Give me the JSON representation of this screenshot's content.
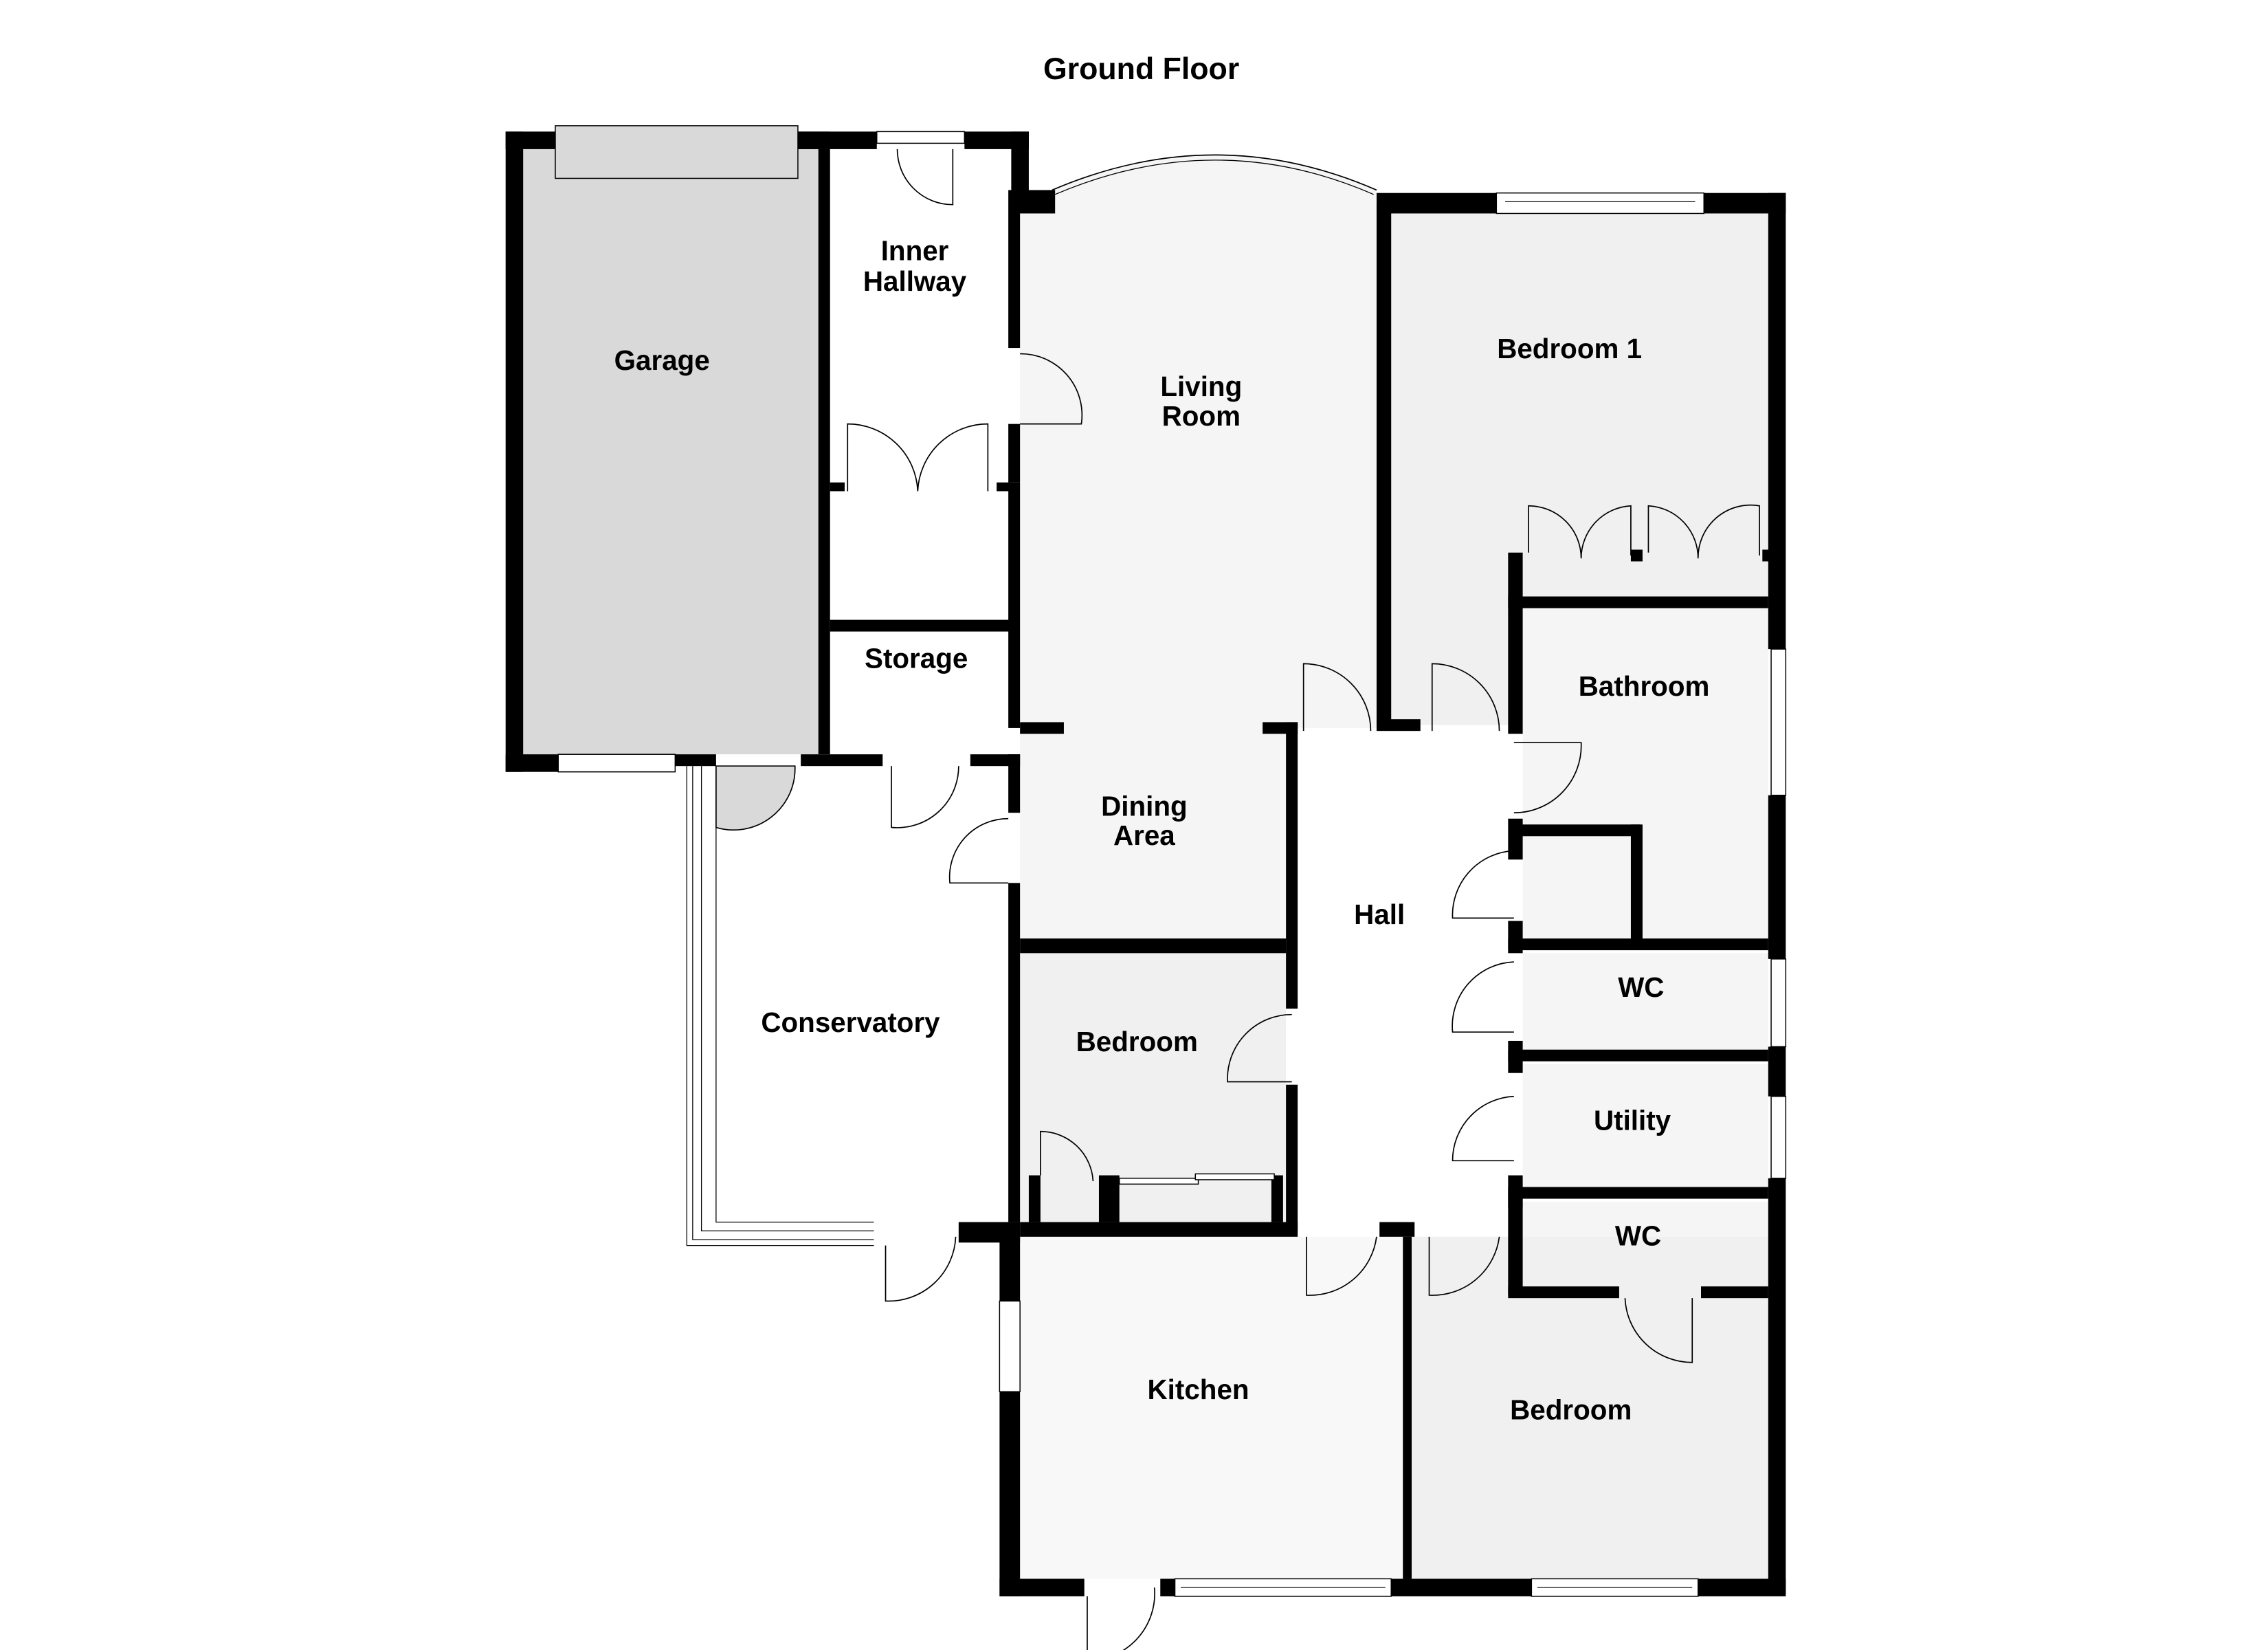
{
  "title": "Ground Floor",
  "colors": {
    "wall": "#000000",
    "garage_fill": "#d9d9d9",
    "room_fill_light": "#f5f5f5",
    "room_fill_mid": "#efefef",
    "hall_fill": "#ffffff",
    "background": "#ffffff"
  },
  "rooms": {
    "garage": {
      "label": "Garage"
    },
    "inner_hallway": {
      "line1": "Inner",
      "line2": "Hallway"
    },
    "living_room": {
      "line1": "Living",
      "line2": "Room"
    },
    "bedroom_1": {
      "label": "Bedroom 1"
    },
    "storage": {
      "label": "Storage"
    },
    "bathroom": {
      "label": "Bathroom"
    },
    "dining_area": {
      "line1": "Dining",
      "line2": "Area"
    },
    "hall": {
      "label": "Hall"
    },
    "conservatory": {
      "label": "Conservatory"
    },
    "bedroom_mid": {
      "label": "Bedroom"
    },
    "wc_upper": {
      "label": "WC"
    },
    "utility": {
      "label": "Utility"
    },
    "wc_lower": {
      "label": "WC"
    },
    "kitchen": {
      "label": "Kitchen"
    },
    "bedroom_lower": {
      "label": "Bedroom"
    }
  },
  "icons": [
    "door-swing-icon",
    "window-icon",
    "bay-window-icon",
    "garage-door-icon",
    "wardrobe-doors-icon",
    "sliding-door-icon"
  ]
}
